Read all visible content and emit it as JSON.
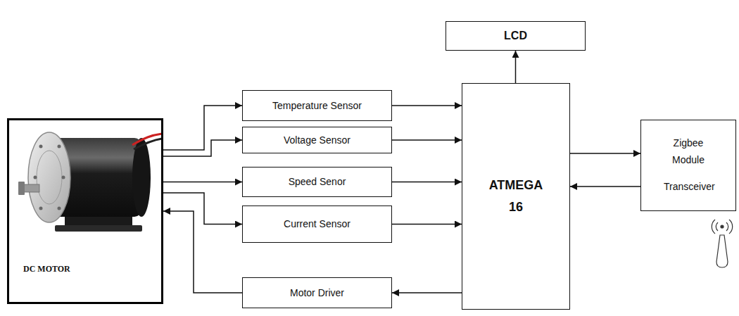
{
  "diagram": {
    "nodes": [
      {
        "text": [
          "LCD"
        ]
      },
      {
        "text": [
          "DC MOTOR"
        ]
      },
      {
        "text": [
          "Temperature Sensor"
        ]
      },
      {
        "text": [
          "Voltage Sensor"
        ]
      },
      {
        "text": [
          "Speed Senor"
        ]
      },
      {
        "text": [
          "Current Sensor"
        ]
      },
      {
        "text": [
          "Motor Driver"
        ]
      },
      {
        "text": [
          "ATMEGA 16"
        ]
      },
      {
        "text": [
          "Zigbee Module",
          "Transceiver"
        ]
      }
    ],
    "edges": [
      {
        "from": 1,
        "to": 2,
        "arrow": "to"
      },
      {
        "from": 1,
        "to": 3,
        "arrow": "to"
      },
      {
        "from": 1,
        "to": 4,
        "arrow": "to"
      },
      {
        "from": 1,
        "to": 5,
        "arrow": "to"
      },
      {
        "from": 2,
        "to": 7,
        "arrow": "to"
      },
      {
        "from": 3,
        "to": 7,
        "arrow": "to"
      },
      {
        "from": 4,
        "to": 7,
        "arrow": "to"
      },
      {
        "from": 5,
        "to": 7,
        "arrow": "to"
      },
      {
        "from": 7,
        "to": 6,
        "arrow": "to"
      },
      {
        "from": 6,
        "to": 1,
        "arrow": "to"
      },
      {
        "from": 7,
        "to": 0,
        "arrow": "to"
      },
      {
        "from": 7,
        "to": 8,
        "arrow": "to"
      },
      {
        "from": 8,
        "to": 7,
        "arrow": "to"
      }
    ]
  }
}
